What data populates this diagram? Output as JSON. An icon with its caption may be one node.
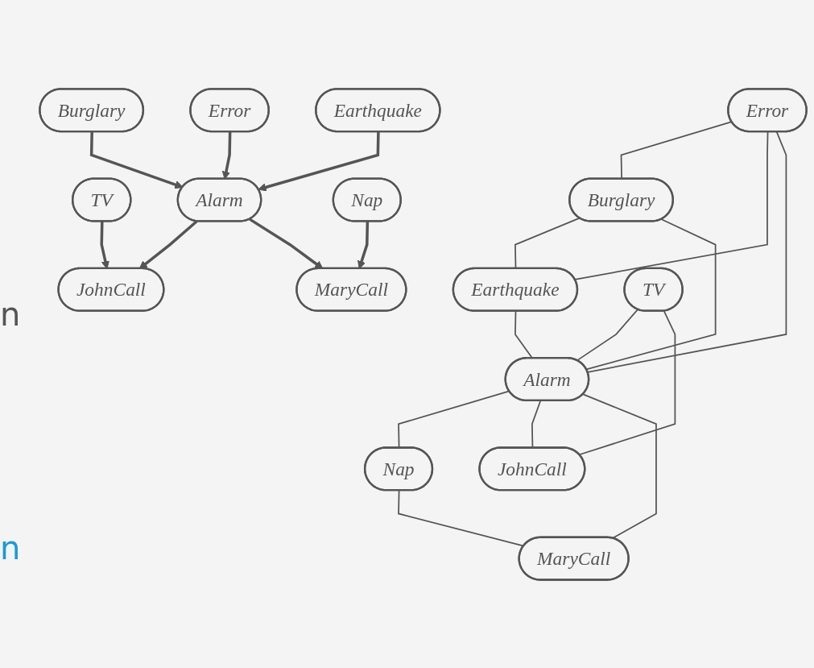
{
  "diagram": {
    "nodes": [
      {
        "text": [
          "Error"
        ]
      },
      {
        "text": [
          "Burglary"
        ]
      },
      {
        "text": [
          "Earthquake"
        ]
      },
      {
        "text": [
          "TV"
        ]
      },
      {
        "text": [
          "Alarm"
        ]
      },
      {
        "text": [
          "Nap"
        ]
      },
      {
        "text": [
          "JohnCall"
        ]
      },
      {
        "text": [
          "MaryCall"
        ]
      },
      {
        "text": [
          "Error"
        ]
      },
      {
        "text": [
          "Burglary"
        ]
      },
      {
        "text": [
          "Earthquake"
        ]
      },
      {
        "text": [
          "TV"
        ]
      },
      {
        "text": [
          "Alarm"
        ]
      },
      {
        "text": [
          "Nap"
        ]
      },
      {
        "text": [
          "JohnCall"
        ]
      },
      {
        "text": [
          "MaryCall"
        ]
      }
    ],
    "edges": [
      {
        "from": 1,
        "to": 4,
        "arrow": "to",
        "style": "thick"
      },
      {
        "from": 0,
        "to": 4,
        "arrow": "to",
        "style": "thick"
      },
      {
        "from": 2,
        "to": 4,
        "arrow": "to",
        "style": "thick"
      },
      {
        "from": 3,
        "to": 6,
        "arrow": "to",
        "style": "thick"
      },
      {
        "from": 4,
        "to": 6,
        "arrow": "to",
        "style": "thick"
      },
      {
        "from": 4,
        "to": 7,
        "arrow": "to",
        "style": "thick"
      },
      {
        "from": 5,
        "to": 7,
        "arrow": "to",
        "style": "thick"
      },
      {
        "from": 8,
        "to": 9,
        "arrow": "none"
      },
      {
        "from": 8,
        "to": 10,
        "arrow": "none"
      },
      {
        "from": 9,
        "to": 10,
        "arrow": "none"
      },
      {
        "from": 8,
        "to": 12,
        "arrow": "none"
      },
      {
        "from": 9,
        "to": 12,
        "arrow": "none"
      },
      {
        "from": 10,
        "to": 12,
        "arrow": "none"
      },
      {
        "from": 11,
        "to": 12,
        "arrow": "none"
      },
      {
        "from": 12,
        "to": 13,
        "arrow": "none"
      },
      {
        "from": 11,
        "to": 14,
        "arrow": "none"
      },
      {
        "from": 12,
        "to": 14,
        "arrow": "none"
      },
      {
        "from": 12,
        "to": 15,
        "arrow": "none"
      },
      {
        "from": 13,
        "to": 15,
        "arrow": "none"
      }
    ],
    "labels": [
      "n",
      "n"
    ]
  }
}
